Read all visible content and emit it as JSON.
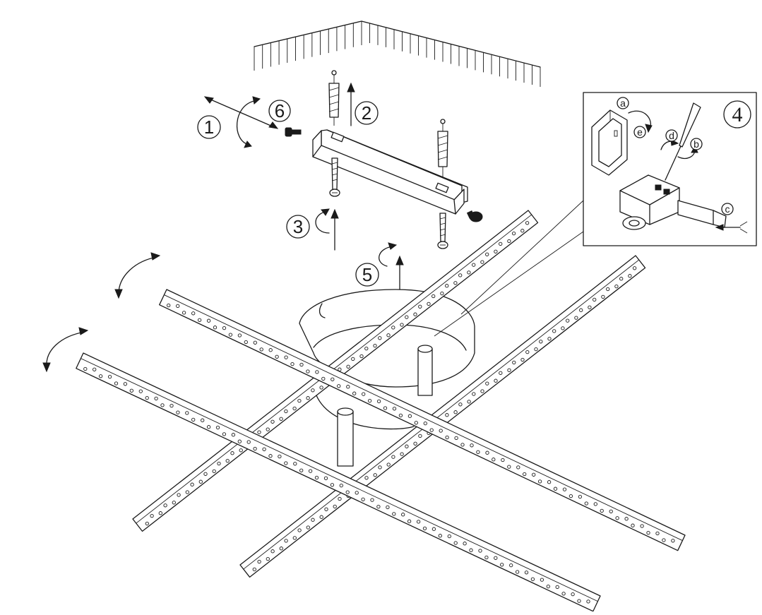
{
  "diagram": {
    "steps": [
      {
        "id": "1",
        "label": "1"
      },
      {
        "id": "2",
        "label": "2"
      },
      {
        "id": "3",
        "label": "3"
      },
      {
        "id": "4",
        "label": "4"
      },
      {
        "id": "5",
        "label": "5"
      },
      {
        "id": "6",
        "label": "6"
      }
    ],
    "detail_letters": [
      "a",
      "b",
      "c",
      "d",
      "e"
    ],
    "colors": {
      "line": "#1a1a1a",
      "background": "#ffffff"
    }
  }
}
